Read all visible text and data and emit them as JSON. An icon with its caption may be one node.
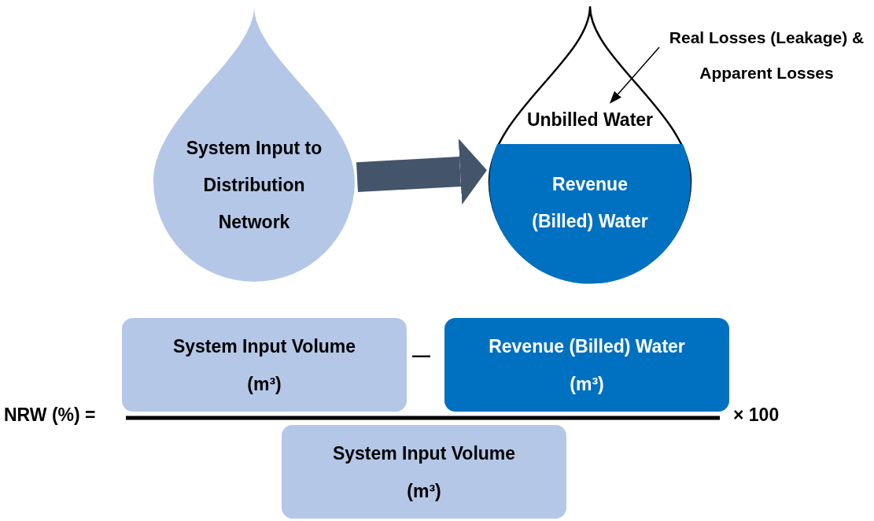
{
  "diagram": {
    "nodes": [
      {
        "text": [
          "System Input to Distribution Network"
        ]
      },
      {
        "text": [
          "Unbilled Water"
        ]
      },
      {
        "text": [
          "Revenue (Billed) Water"
        ],
        "in": 1
      },
      {
        "text": [
          "Real Losses (Leakage) & Apparent Losses"
        ]
      },
      {
        "text": [
          "System Input Volume (m³)"
        ]
      },
      {
        "text": [
          "Revenue (Billed) Water (m³)"
        ]
      },
      {
        "text": [
          "System Input Volume (m³)"
        ]
      }
    ],
    "edges": [
      {
        "from": 0,
        "to": 2,
        "arrow": "to",
        "style": "thick",
        "color": "#44546a"
      },
      {
        "from": 3,
        "to": 1,
        "arrow": "to",
        "color": "#000000"
      }
    ],
    "labels": [
      "NRW (%) =",
      "—",
      "× 100"
    ]
  }
}
